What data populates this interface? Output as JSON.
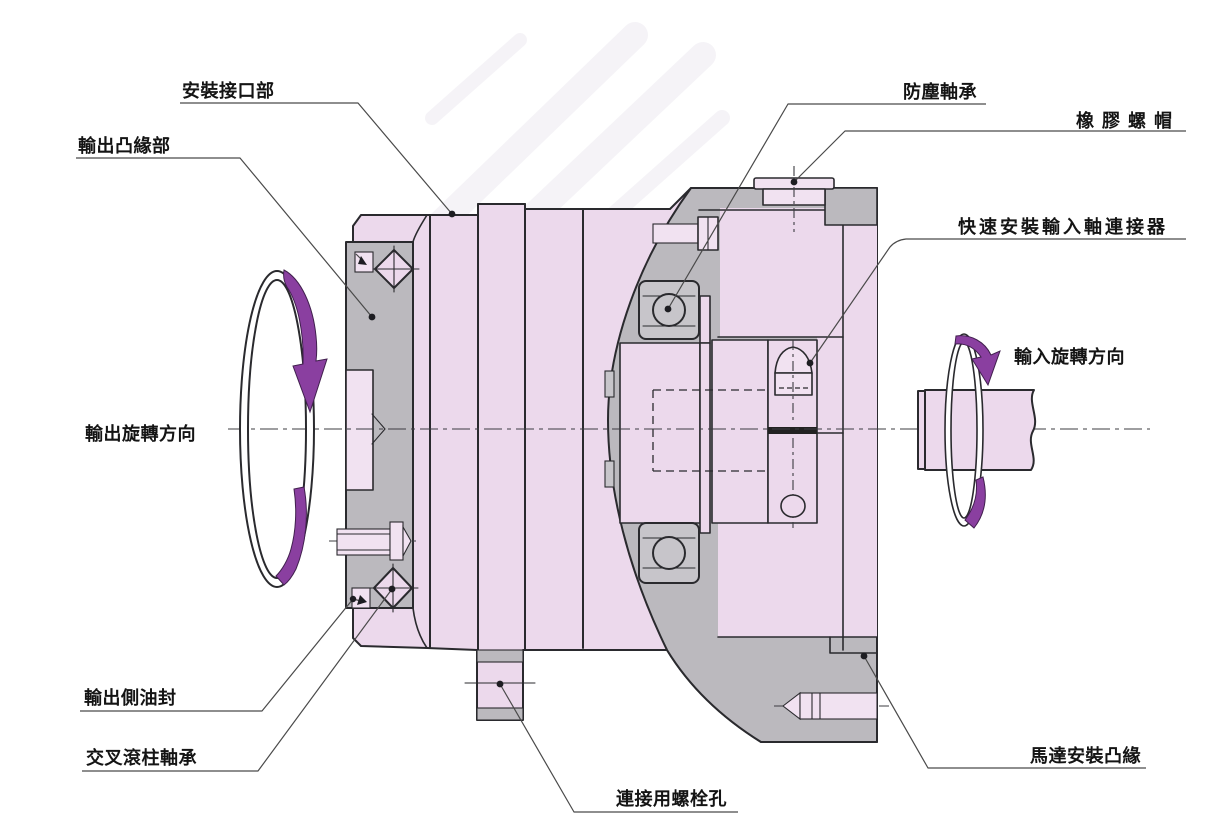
{
  "diagram_title": "reducer-cross-section",
  "labels": {
    "mounting_interface": "安裝接口部",
    "output_flange": "輸出凸緣部",
    "output_rotation": "輸出旋轉方向",
    "output_oil_seal": "輸出側油封",
    "crossed_roller_bearing": "交叉滾柱軸承",
    "connecting_bolt_hole": "連接用螺栓孔",
    "dust_bearing": "防塵軸承",
    "rubber_cap": "橡膠螺帽",
    "quick_input_coupling": "快速安裝輸入軸連接器",
    "input_rotation": "輸入旋轉方向",
    "motor_flange": "馬達安裝凸緣"
  },
  "colors": {
    "body_pink": "#ecd9ec",
    "part_light_pink": "#f1e2f1",
    "metal_gray": "#bbb9be",
    "bearing_gray": "#c7c5ca",
    "line": "#2a2a2e",
    "leader": "#4a4a4a",
    "purple_arrow": "#8a3fa0",
    "slot_dark": "#222222",
    "watermark": "#edeaf0"
  }
}
